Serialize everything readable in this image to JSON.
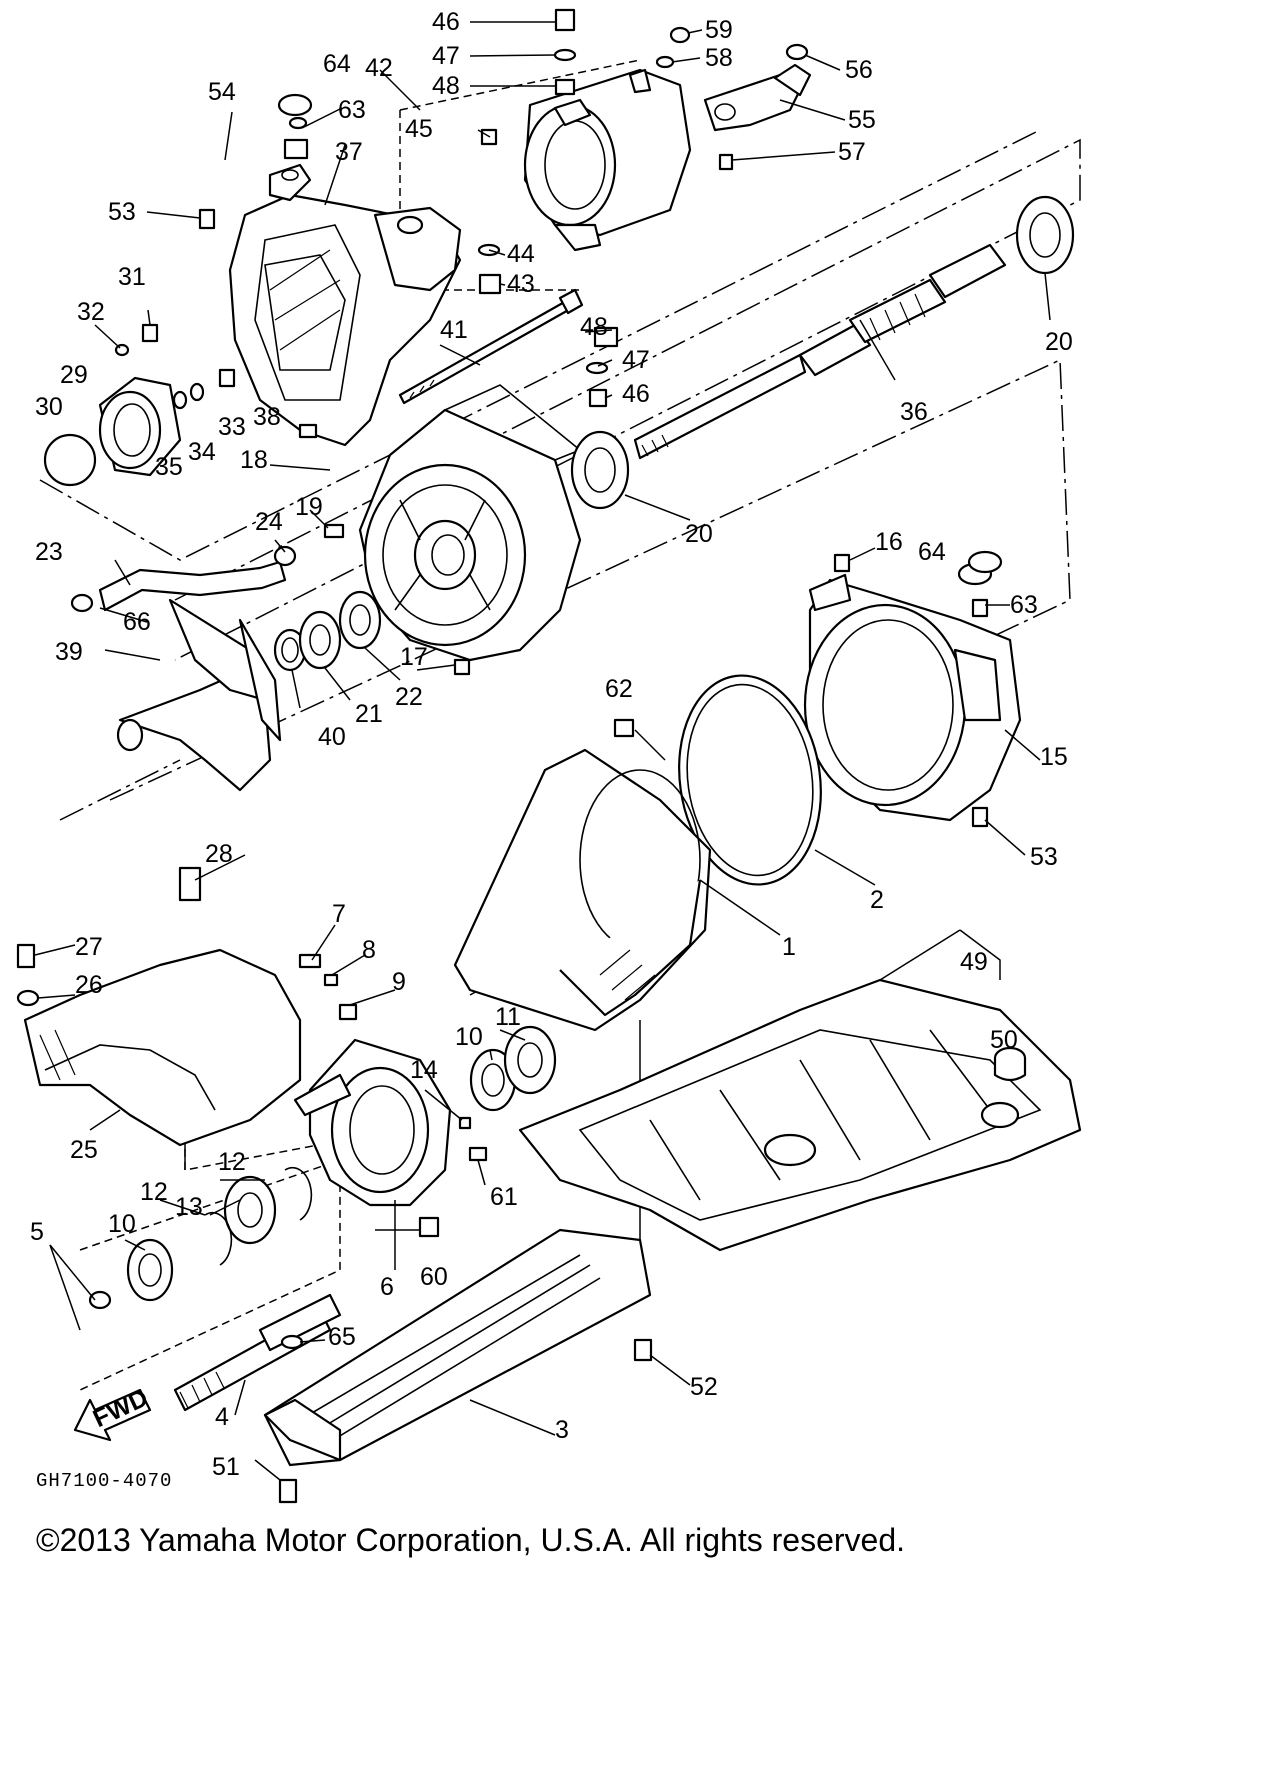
{
  "diagram": {
    "drawing_code": "GH7100-4070",
    "copyright": "©2013 Yamaha Motor Corporation, U.S.A. All rights reserved.",
    "direction_label": "FWD",
    "callouts": [
      "1",
      "2",
      "3",
      "4",
      "5",
      "6",
      "7",
      "8",
      "9",
      "10",
      "10",
      "11",
      "12",
      "12",
      "13",
      "14",
      "15",
      "16",
      "17",
      "18",
      "19",
      "20",
      "20",
      "21",
      "22",
      "23",
      "24",
      "25",
      "26",
      "27",
      "28",
      "29",
      "30",
      "31",
      "32",
      "33",
      "34",
      "35",
      "36",
      "37",
      "38",
      "39",
      "40",
      "41",
      "42",
      "43",
      "44",
      "45",
      "46",
      "46",
      "47",
      "47",
      "48",
      "48",
      "49",
      "50",
      "51",
      "52",
      "53",
      "53",
      "54",
      "55",
      "56",
      "57",
      "58",
      "59",
      "60",
      "61",
      "62",
      "63",
      "63",
      "64",
      "64",
      "65",
      "66"
    ]
  }
}
